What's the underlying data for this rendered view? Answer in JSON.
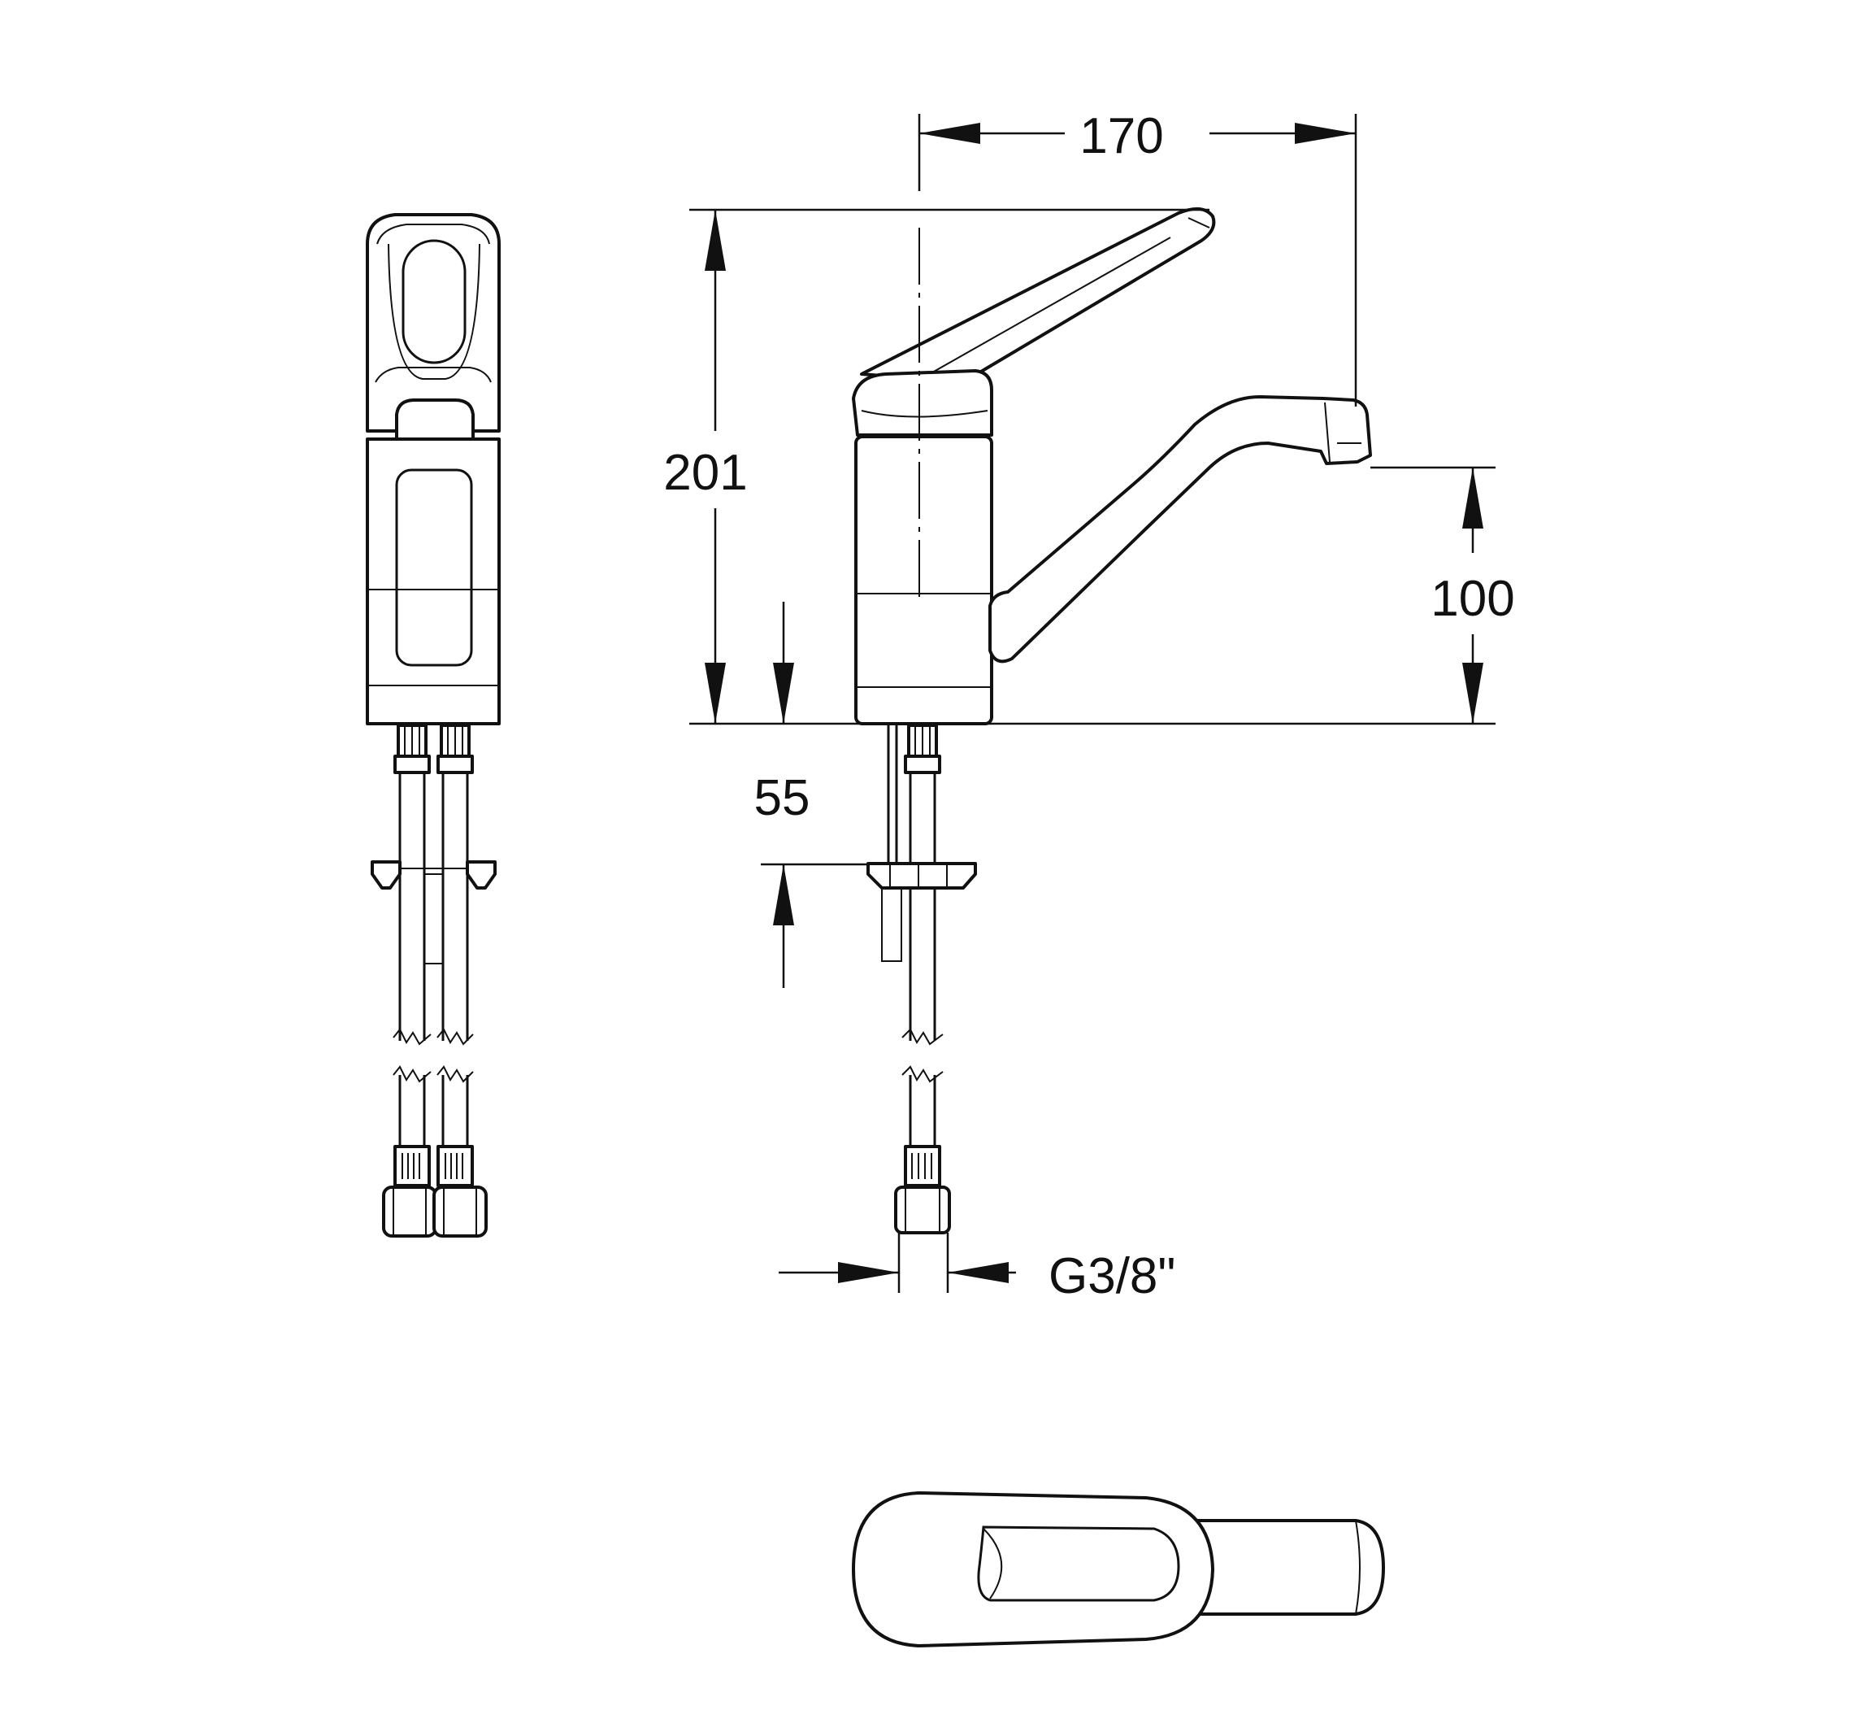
{
  "dimensions": {
    "width": "170",
    "height": "201",
    "spout_height": "100",
    "thread": "G3/8\"",
    "bar": "55"
  },
  "colors": {
    "line": "#111111",
    "background": "#ffffff"
  }
}
